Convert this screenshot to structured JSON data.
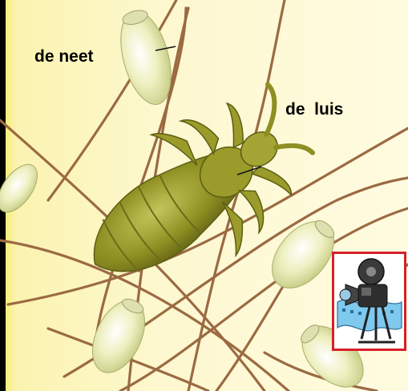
{
  "labels": {
    "neet": "de neet",
    "luis": "de  luis"
  },
  "icons": {
    "video": "film-camera-icon",
    "louse": "louse-illustration",
    "nits": "nit-egg-illustration"
  },
  "colors": {
    "background": "#fdf8cf",
    "hair": "#9b6a42",
    "louse": "#8e8f22",
    "nit": "#eef0c0",
    "button_border": "#d5202a"
  }
}
